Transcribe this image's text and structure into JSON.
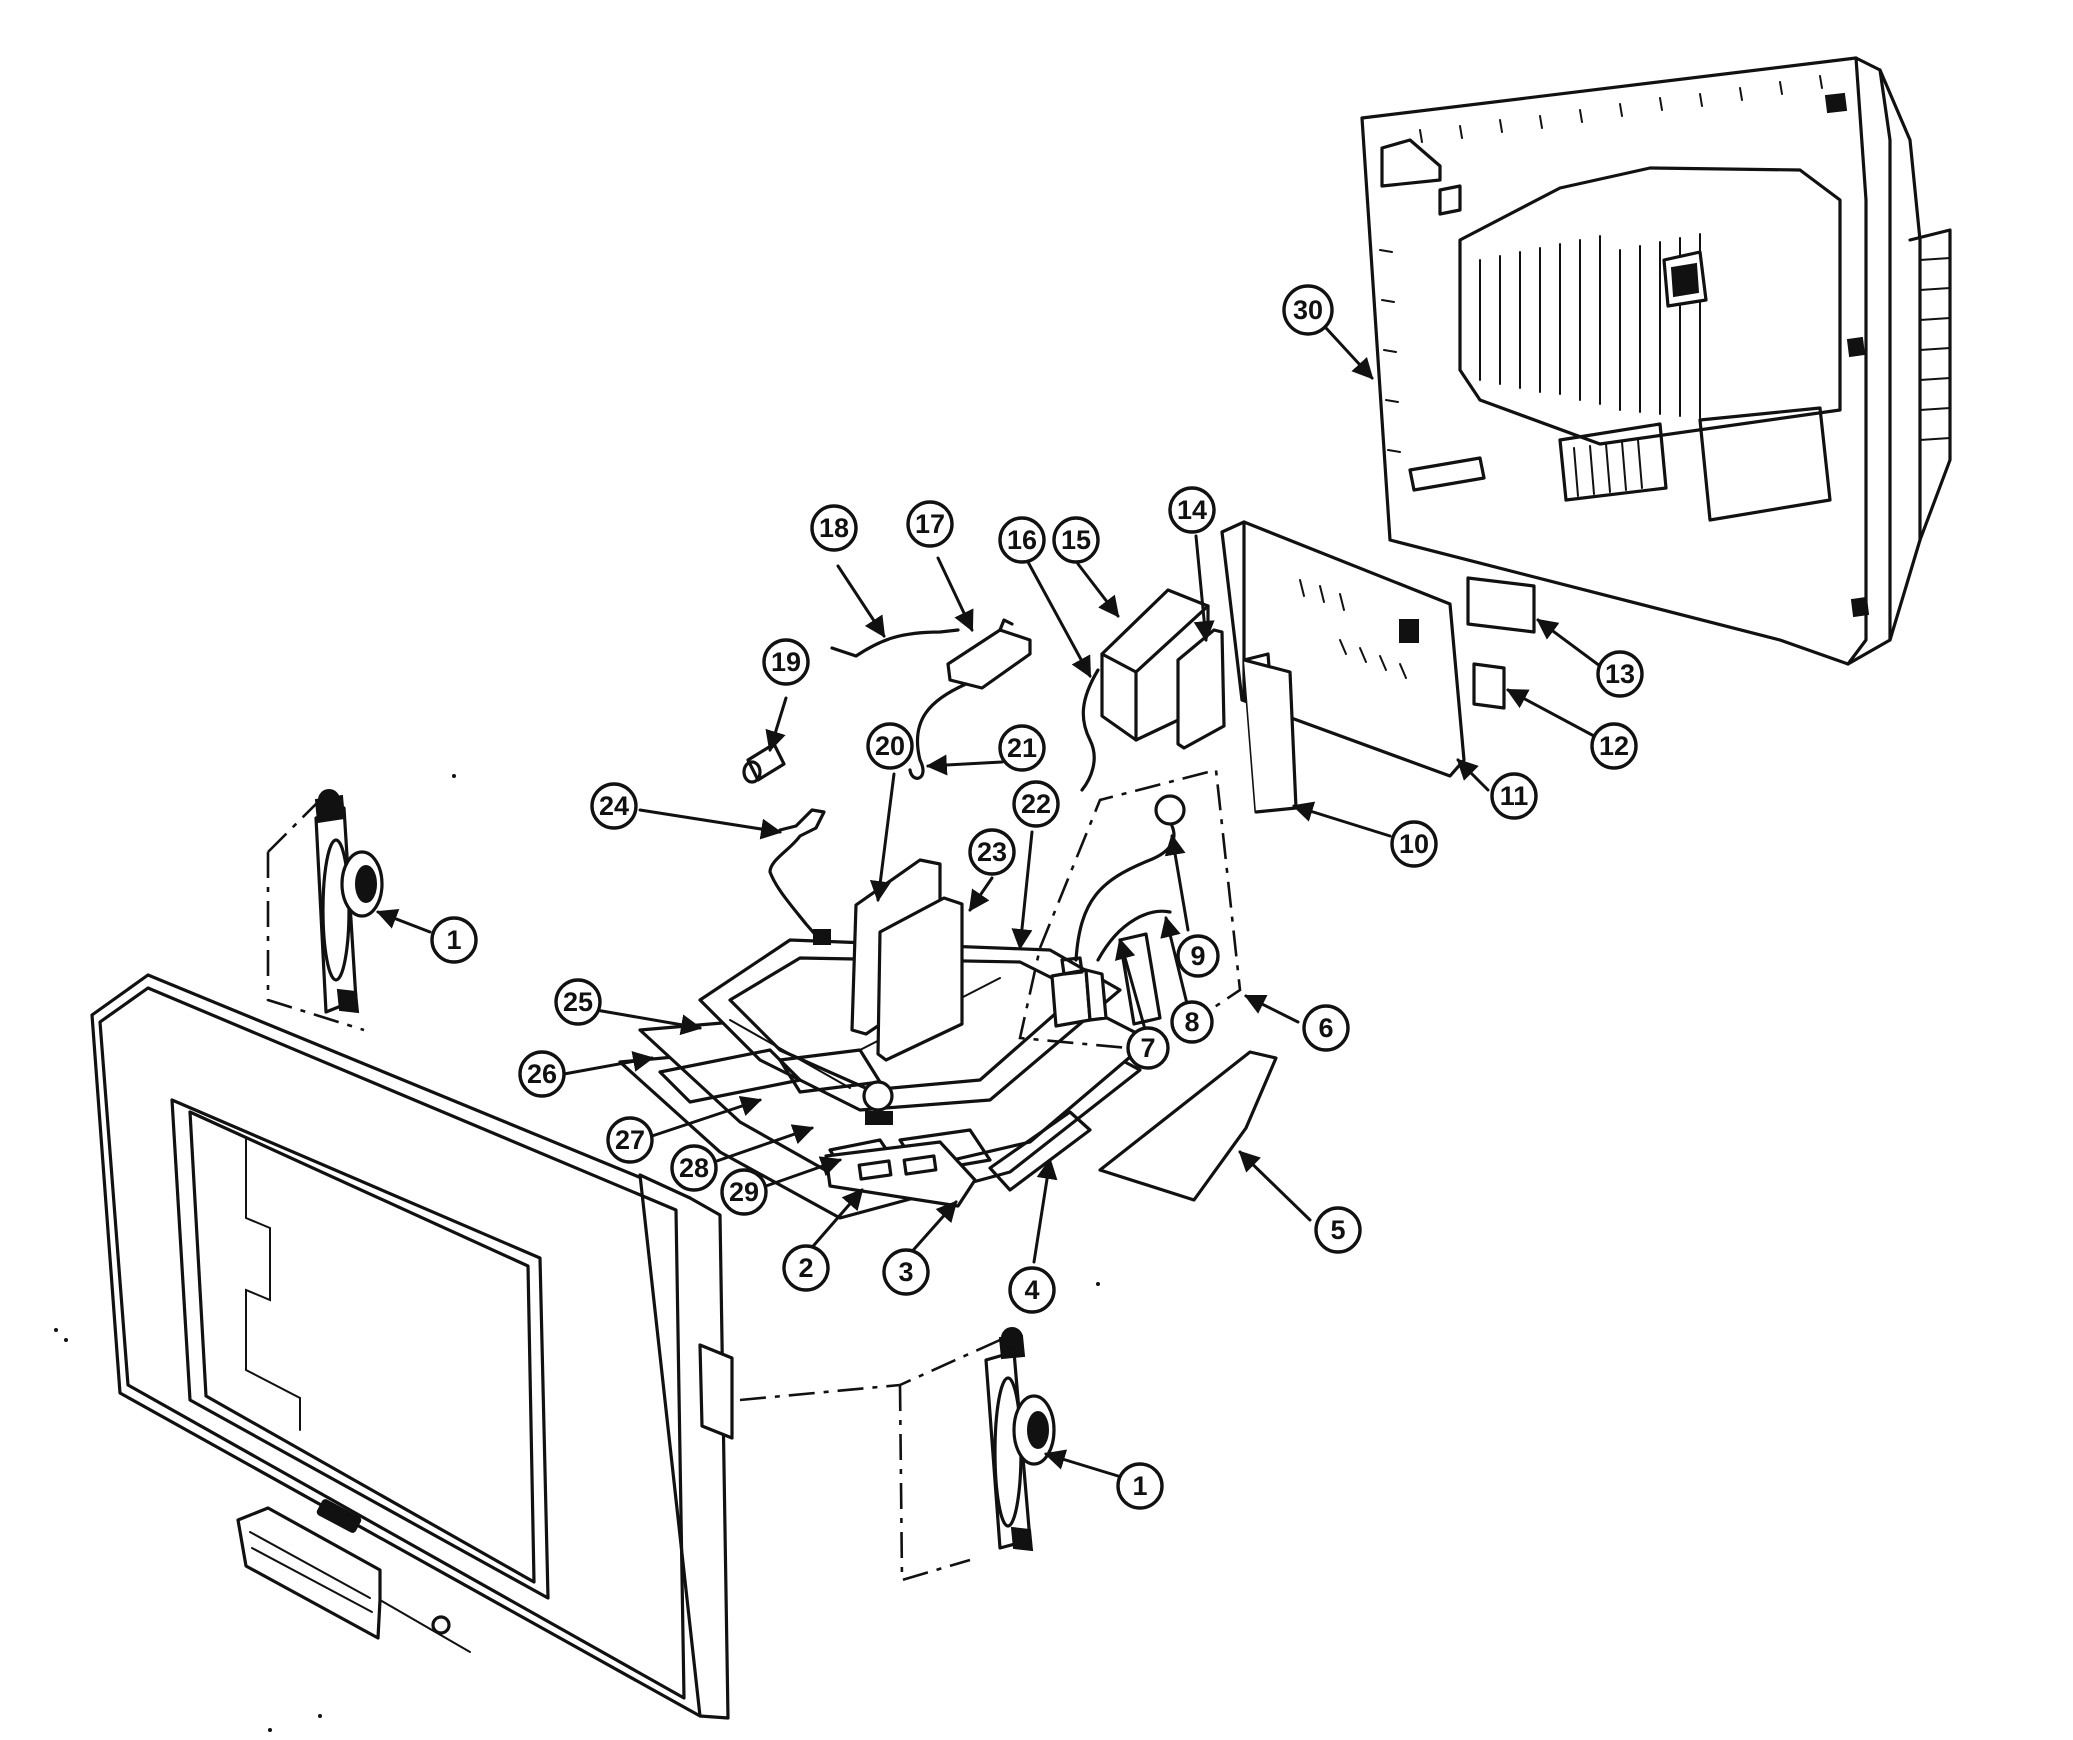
{
  "callouts": [
    {
      "id": "1a",
      "label": "1"
    },
    {
      "id": "1b",
      "label": "1"
    },
    {
      "id": "2",
      "label": "2"
    },
    {
      "id": "3",
      "label": "3"
    },
    {
      "id": "4",
      "label": "4"
    },
    {
      "id": "5",
      "label": "5"
    },
    {
      "id": "6",
      "label": "6"
    },
    {
      "id": "7",
      "label": "7"
    },
    {
      "id": "8",
      "label": "8"
    },
    {
      "id": "9",
      "label": "9"
    },
    {
      "id": "10",
      "label": "10"
    },
    {
      "id": "11",
      "label": "11"
    },
    {
      "id": "12",
      "label": "12"
    },
    {
      "id": "13",
      "label": "13"
    },
    {
      "id": "14",
      "label": "14"
    },
    {
      "id": "15",
      "label": "15"
    },
    {
      "id": "16",
      "label": "16"
    },
    {
      "id": "17",
      "label": "17"
    },
    {
      "id": "18",
      "label": "18"
    },
    {
      "id": "19",
      "label": "19"
    },
    {
      "id": "20",
      "label": "20"
    },
    {
      "id": "21",
      "label": "21"
    },
    {
      "id": "22",
      "label": "22"
    },
    {
      "id": "23",
      "label": "23"
    },
    {
      "id": "24",
      "label": "24"
    },
    {
      "id": "25",
      "label": "25"
    },
    {
      "id": "26",
      "label": "26"
    },
    {
      "id": "27",
      "label": "27"
    },
    {
      "id": "28",
      "label": "28"
    },
    {
      "id": "29",
      "label": "29"
    },
    {
      "id": "30",
      "label": "30"
    }
  ]
}
